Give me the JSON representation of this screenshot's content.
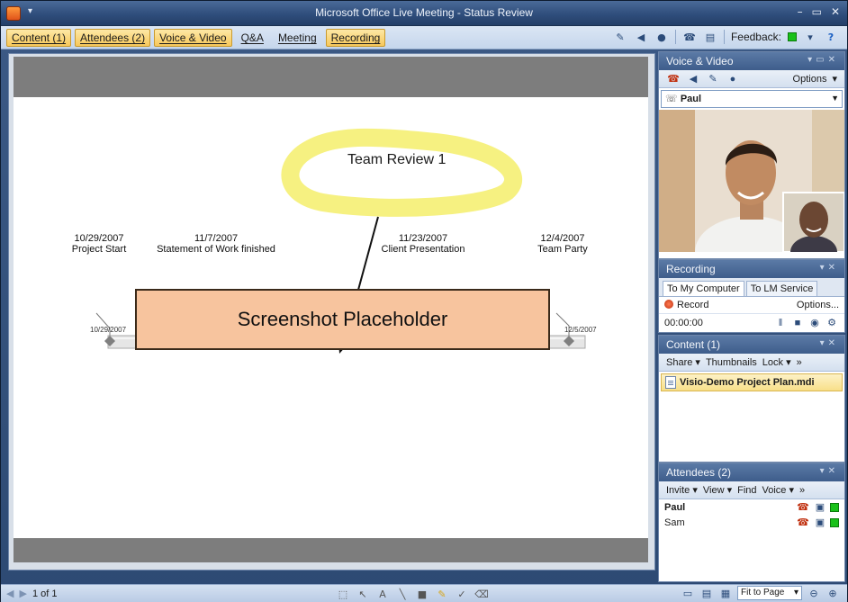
{
  "window": {
    "title": "Microsoft Office Live Meeting - Status Review",
    "controls": [
      "–",
      "▭",
      "✕"
    ]
  },
  "menubar": {
    "items": [
      {
        "label": "Content (1)",
        "active": true
      },
      {
        "label": "Attendees (2)",
        "active": true
      },
      {
        "label": "Voice & Video",
        "active": true
      },
      {
        "label": "Q&A",
        "active": false
      },
      {
        "label": "Meeting",
        "active": false
      },
      {
        "label": "Recording",
        "active": true
      }
    ],
    "feedback_label": "Feedback:",
    "feedback_color": "#19c119"
  },
  "slide": {
    "highlight_title": "Team Review 1",
    "milestones": [
      {
        "date": "10/29/2007",
        "label": "Project Start"
      },
      {
        "date": "11/7/2007",
        "label": "Statement of Work finished"
      },
      {
        "date": "11/23/2007",
        "label": "Client Presentation"
      },
      {
        "date": "12/4/2007",
        "label": "Team Party"
      }
    ],
    "axis_start": "10/29/2007",
    "axis_end": "12/5/2007",
    "placeholder_text": "Screenshot Placeholder",
    "highlight_color": "#f5f07a"
  },
  "statusbar": {
    "page_label": "1 of 1",
    "zoom_value": "Fit to Page"
  },
  "voice_video": {
    "title": "Voice & Video",
    "options_label": "Options",
    "speaker": "Paul"
  },
  "recording": {
    "title": "Recording",
    "tabs": [
      "To My Computer",
      "To LM Service"
    ],
    "record_label": "Record",
    "options_label": "Options...",
    "timer": "00:00:00"
  },
  "content": {
    "title": "Content (1)",
    "toolbar": [
      "Share",
      "Thumbnails",
      "Lock"
    ],
    "files": [
      "Visio-Demo Project Plan.mdi"
    ]
  },
  "attendees": {
    "title": "Attendees (2)",
    "toolbar": [
      "Invite",
      "View",
      "Find",
      "Voice"
    ],
    "people": [
      "Paul",
      "Sam"
    ]
  }
}
